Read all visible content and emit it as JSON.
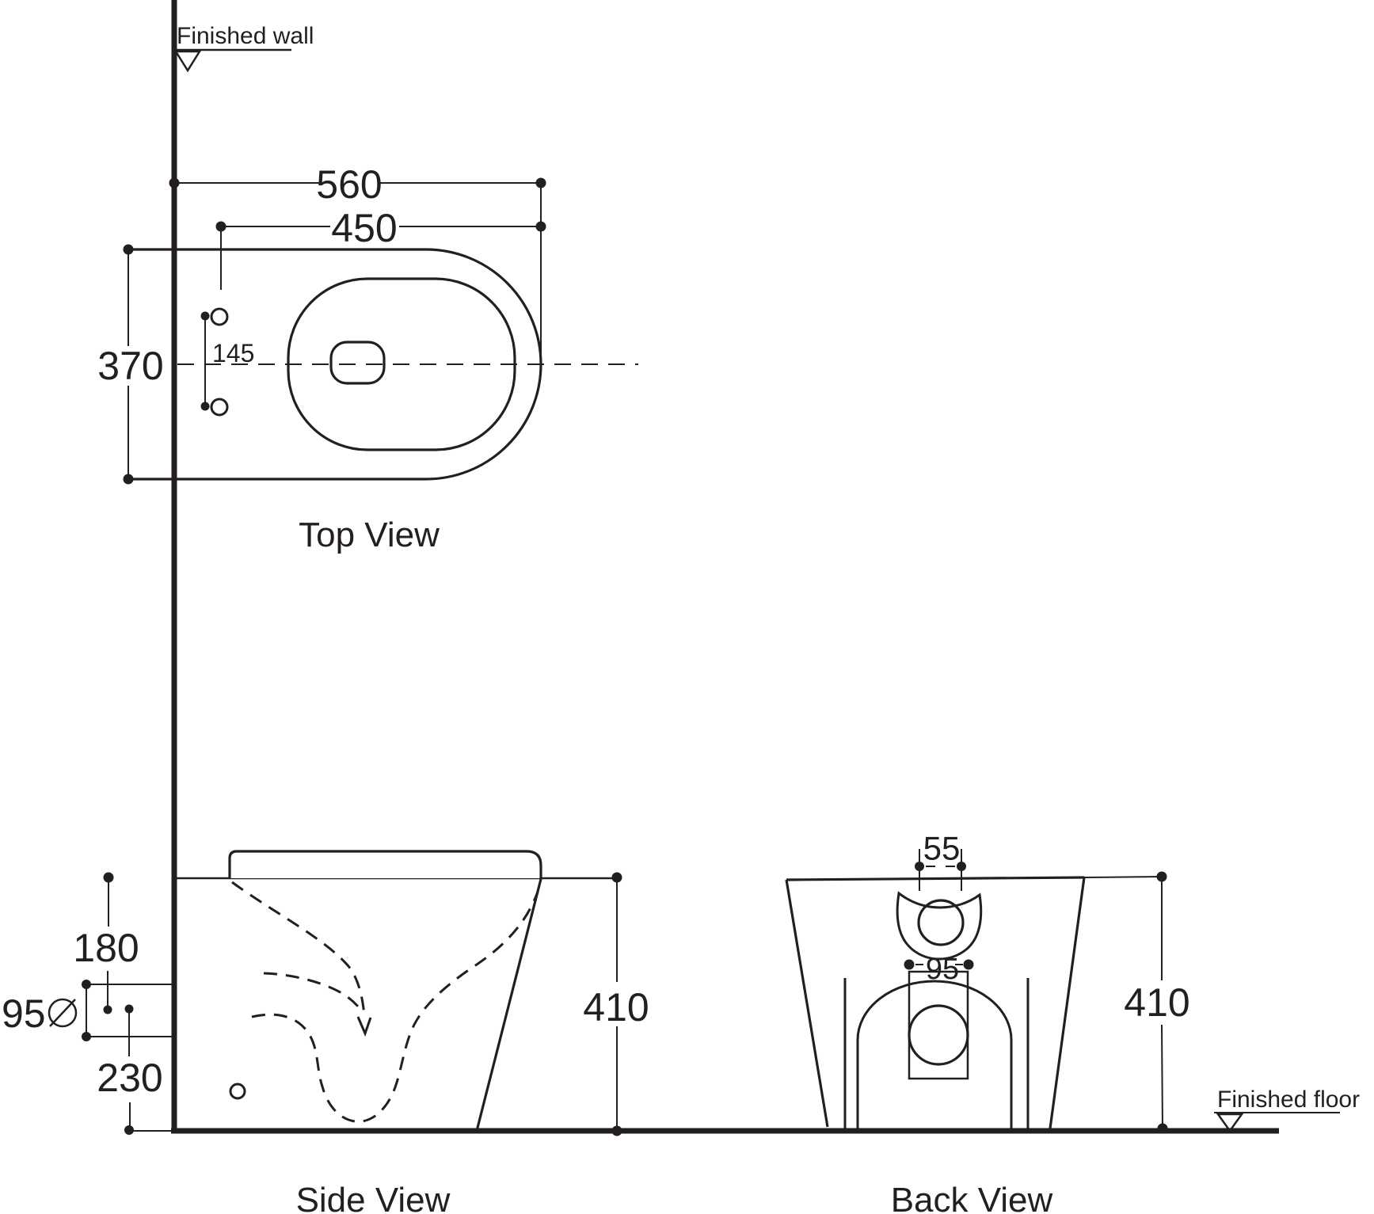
{
  "colors": {
    "ink": "#231f20",
    "background": "#ffffff"
  },
  "annotations": {
    "finished_wall": "Finished wall",
    "finished_floor": "Finished floor"
  },
  "top_view": {
    "label": "Top View",
    "dim_depth_overall": "560",
    "dim_depth_to_holes": "450",
    "dim_width": "370",
    "dim_hole_spacing": "145"
  },
  "side_view": {
    "label": "Side View",
    "dim_rim_to_outlet_center": "180",
    "dim_outlet_diameter": "95",
    "dim_outlet_center_to_floor": "230",
    "dim_height": "410"
  },
  "back_view": {
    "label": "Back View",
    "dim_inlet_width": "55",
    "dim_outlet_width": "95",
    "dim_height": "410"
  }
}
